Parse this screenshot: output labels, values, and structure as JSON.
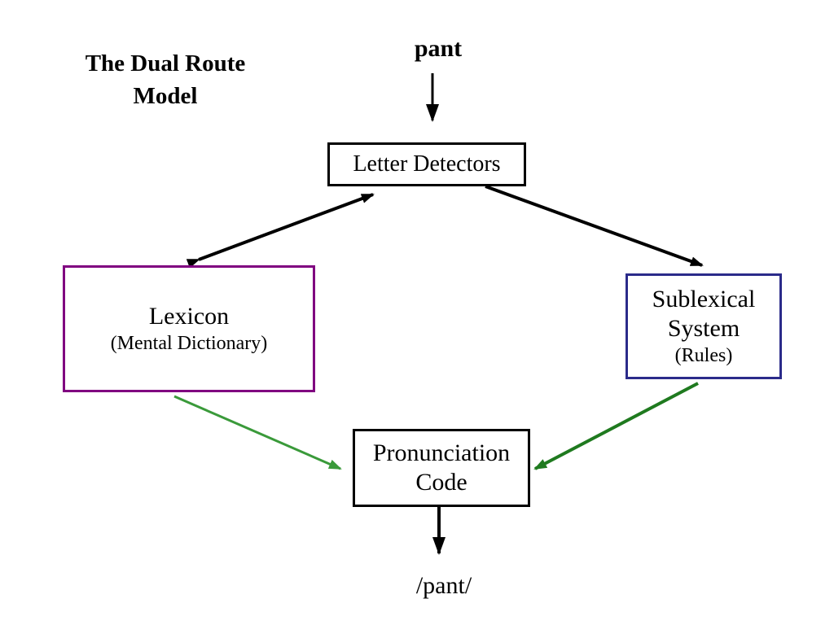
{
  "title": {
    "line1": "The Dual Route",
    "line2": "Model"
  },
  "input_word": "pant",
  "nodes": {
    "letter_detectors": {
      "label": "Letter Detectors"
    },
    "lexicon": {
      "label": "Lexicon",
      "sublabel": "(Mental Dictionary)",
      "border_color": "#800080"
    },
    "sublexical": {
      "label_line1": "Sublexical",
      "label_line2": "System",
      "sublabel": "(Rules)",
      "border_color": "#2b2b8a"
    },
    "pronunciation": {
      "label_line1": "Pronunciation",
      "label_line2": "Code"
    }
  },
  "output_word": "/pant/",
  "colors": {
    "arrow_black": "#000000",
    "arrow_green_light": "#3a9a3a",
    "arrow_green_dark": "#1f7a1f"
  }
}
